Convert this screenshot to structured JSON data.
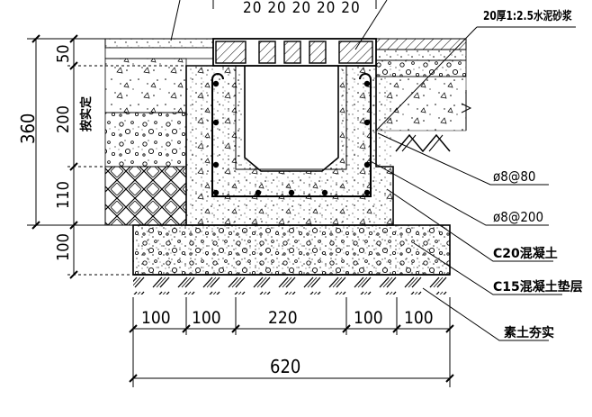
{
  "drawing": {
    "top_dims": "20 20 20 20 20",
    "top_label_pave": "20厚1:2.5水泥砂浆",
    "vertical_dims": [
      "50",
      "200",
      "110",
      "100"
    ],
    "vertical_total": "360",
    "side_note": "按实定",
    "callouts": [
      "ø8@80",
      "ø8@200",
      "C20混凝土",
      "C15混凝土垫层",
      "素土夯实"
    ],
    "bottom_dims": [
      "100",
      "100",
      "220",
      "100",
      "100"
    ],
    "bottom_total": "620"
  }
}
